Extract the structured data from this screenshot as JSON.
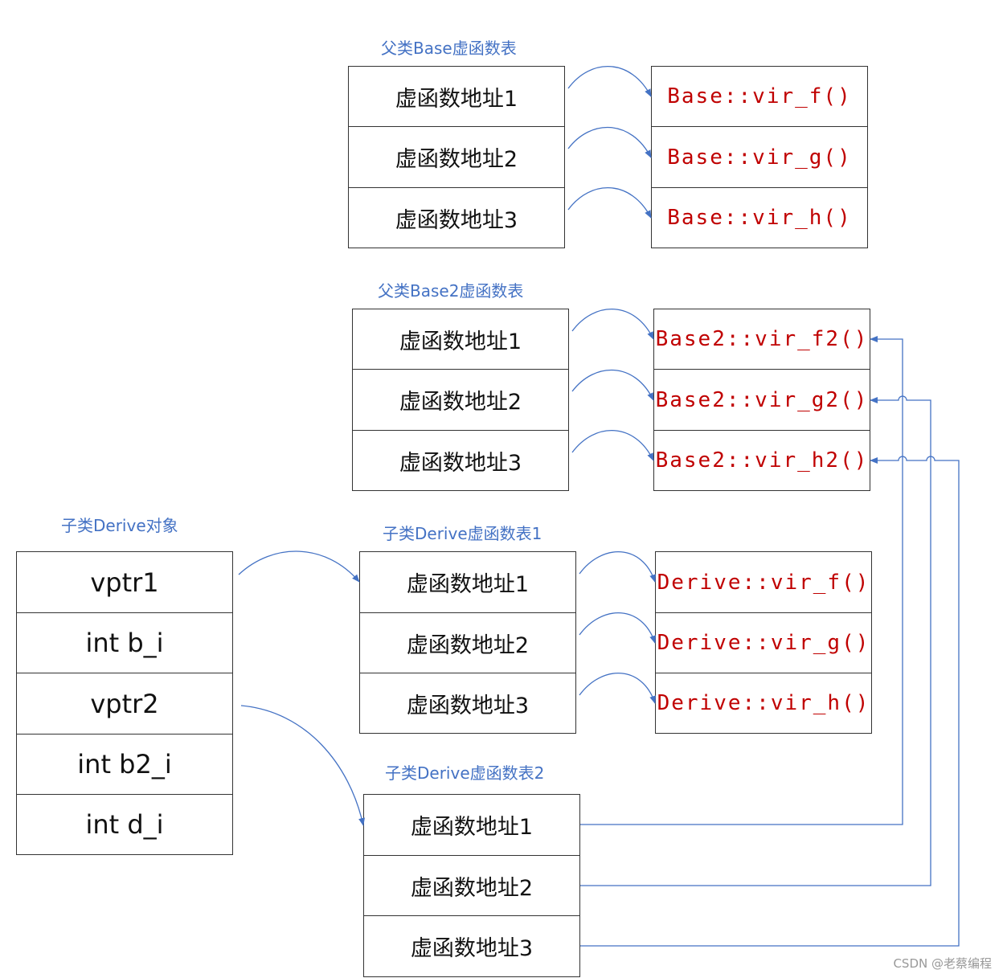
{
  "colors": {
    "title": "#4472c4",
    "arrow": "#4472c4",
    "func_text": "#c00000",
    "border": "#333333"
  },
  "base_vtable": {
    "title": "父类Base虚函数表",
    "addresses": [
      "虚函数地址1",
      "虚函数地址2",
      "虚函数地址3"
    ],
    "functions": [
      "Base::vir_f()",
      "Base::vir_g()",
      "Base::vir_h()"
    ]
  },
  "base2_vtable": {
    "title": "父类Base2虚函数表",
    "addresses": [
      "虚函数地址1",
      "虚函数地址2",
      "虚函数地址3"
    ],
    "functions": [
      "Base2::vir_f2()",
      "Base2::vir_g2()",
      "Base2::vir_h2()"
    ]
  },
  "derive_object": {
    "title": "子类Derive对象",
    "fields": [
      "vptr1",
      "int b_i",
      "vptr2",
      "int b2_i",
      "int d_i"
    ]
  },
  "derive_vtable1": {
    "title": "子类Derive虚函数表1",
    "addresses": [
      "虚函数地址1",
      "虚函数地址2",
      "虚函数地址3"
    ],
    "functions": [
      "Derive::vir_f()",
      "Derive::vir_g()",
      "Derive::vir_h()"
    ]
  },
  "derive_vtable2": {
    "title": "子类Derive虚函数表2",
    "addresses": [
      "虚函数地址1",
      "虚函数地址2",
      "虚函数地址3"
    ]
  },
  "watermark": "CSDN @老蔡编程"
}
